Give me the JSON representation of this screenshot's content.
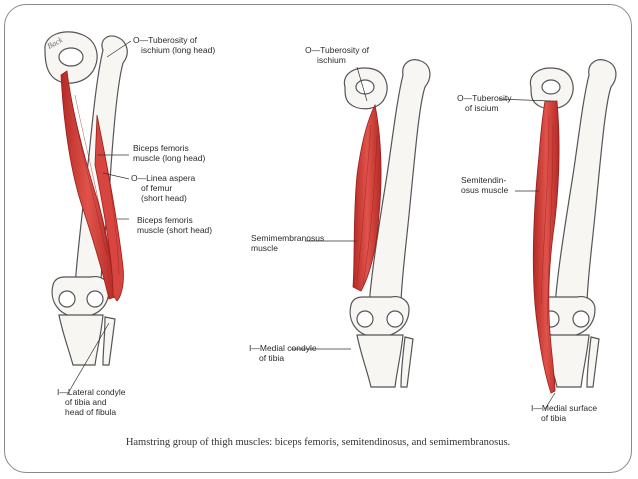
{
  "figure": {
    "caption": "Hamstring group of thigh muscles: biceps femoris, semitendinosus, and semimembranosus.",
    "bone_tag": "Back",
    "colors": {
      "muscle": "#d8443f",
      "muscle_dark": "#a7231f",
      "bone_outline": "#555555",
      "bone_fill": "#f7f6f2"
    },
    "panels": [
      {
        "labels": [
          {
            "lines": [
              "O—Tuberosity of",
              "ischium (long head)"
            ]
          },
          {
            "lines": [
              "Biceps femoris",
              "muscle (long head)"
            ]
          },
          {
            "lines": [
              "O—Linea aspera",
              "of femur",
              "(short head)"
            ]
          },
          {
            "lines": [
              "Biceps femoris",
              "muscle (short head)"
            ]
          },
          {
            "lines": [
              "I—Lateral condyle",
              "of tibia and",
              "head of fibula"
            ]
          }
        ]
      },
      {
        "labels": [
          {
            "lines": [
              "O—Tuberosity of",
              "ischium"
            ]
          },
          {
            "lines": [
              "Semimembranosus",
              "muscle"
            ]
          },
          {
            "lines": [
              "I—Medial condyle",
              "of tibia"
            ]
          }
        ]
      },
      {
        "labels": [
          {
            "lines": [
              "O—Tuberosity",
              "of iscium"
            ]
          },
          {
            "lines": [
              "Semitendin-",
              "osus muscle"
            ]
          },
          {
            "lines": [
              "I—Medial surface",
              "of tibia"
            ]
          }
        ]
      }
    ]
  }
}
